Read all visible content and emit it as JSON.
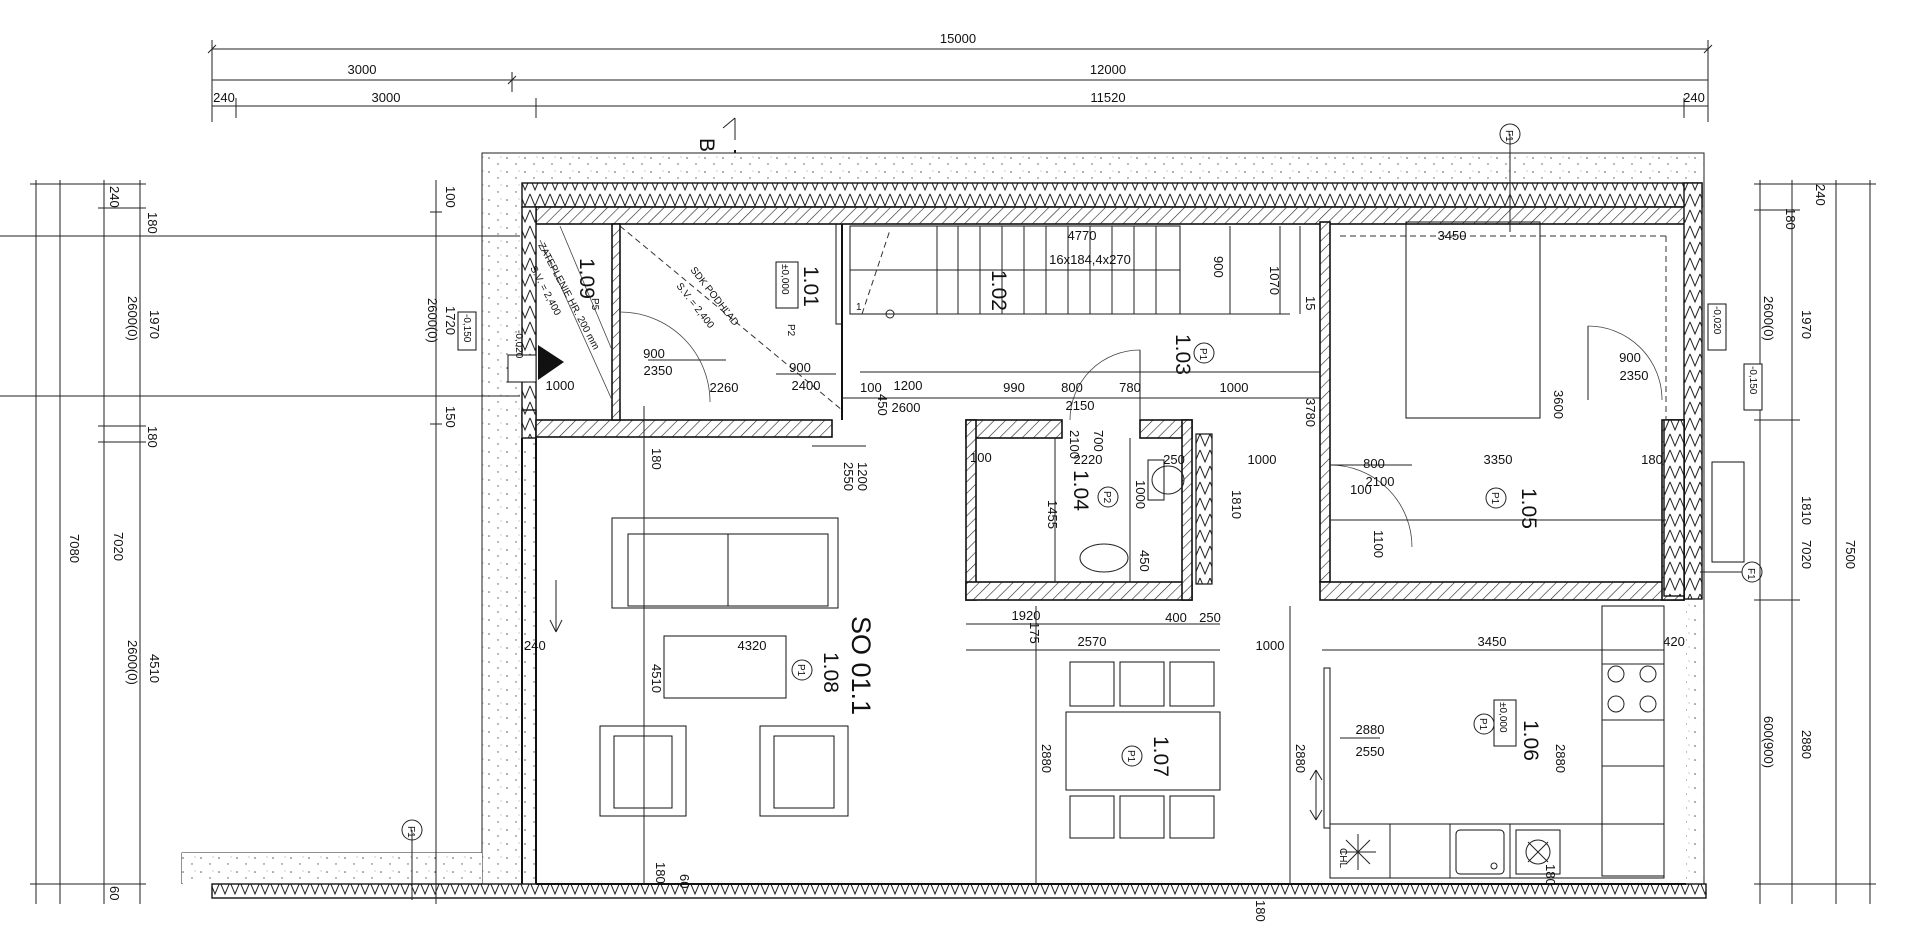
{
  "drawing": {
    "object_label": "SO 01.1",
    "section_marker": "B",
    "marker_F": "F1",
    "ch_label": "CHL"
  },
  "rooms": [
    {
      "id": "1.01",
      "floor": "P2",
      "level": "±0,000"
    },
    {
      "id": "1.02",
      "stairs": "16x184,4x270"
    },
    {
      "id": "1.03",
      "floor": "P1"
    },
    {
      "id": "1.04",
      "floor": "P2"
    },
    {
      "id": "1.05",
      "floor": "P1"
    },
    {
      "id": "1.06",
      "floor": "P1",
      "level": "±0,000"
    },
    {
      "id": "1.07",
      "floor": "P1"
    },
    {
      "id": "1.08",
      "floor": "P1"
    },
    {
      "id": "1.09",
      "floor": "P5",
      "level": "-0,020"
    }
  ],
  "notes": {
    "insulation": "ZATEPLENIE HR. 200 mm",
    "sv_2400": "S.V. = 2,400",
    "sdk": "SDK PODHĽAD",
    "lvl_015": "-0,150",
    "lvl_002": "-0,020"
  },
  "top_dims": {
    "row1": [
      "15000"
    ],
    "row2": [
      "3000",
      "12000"
    ],
    "row3": [
      "240",
      "3000",
      "11520",
      "240"
    ]
  },
  "left_dims": [
    "7080",
    "7020",
    "2600(0)",
    "4510",
    "2600(0)",
    "1970",
    "240",
    "180",
    "100",
    "1720",
    "2600(0)",
    "150",
    "180",
    "60"
  ],
  "right_dims": [
    "7500",
    "7020",
    "2600(0)",
    "1970",
    "1810",
    "2880",
    "600(900)",
    "240",
    "180"
  ],
  "interior_dims": [
    "4770",
    "3450",
    "180",
    "240",
    "900",
    "15",
    "1070",
    "1000",
    "780",
    "800",
    "990",
    "1200",
    "2600",
    "2150",
    "2100",
    "700",
    "2220",
    "100",
    "450",
    "1200",
    "2550",
    "1000",
    "2350",
    "2260",
    "2400",
    "1970",
    "3780",
    "3600",
    "2350",
    "3350",
    "2100",
    "1100",
    "1455",
    "1000",
    "1810",
    "250",
    "175",
    "1920",
    "400",
    "250",
    "2570",
    "1000",
    "3450",
    "420",
    "4320",
    "4510",
    "2880",
    "2550",
    "2880",
    "2880",
    "2880",
    "180",
    "60",
    "900",
    "1000",
    "150",
    "1000"
  ]
}
